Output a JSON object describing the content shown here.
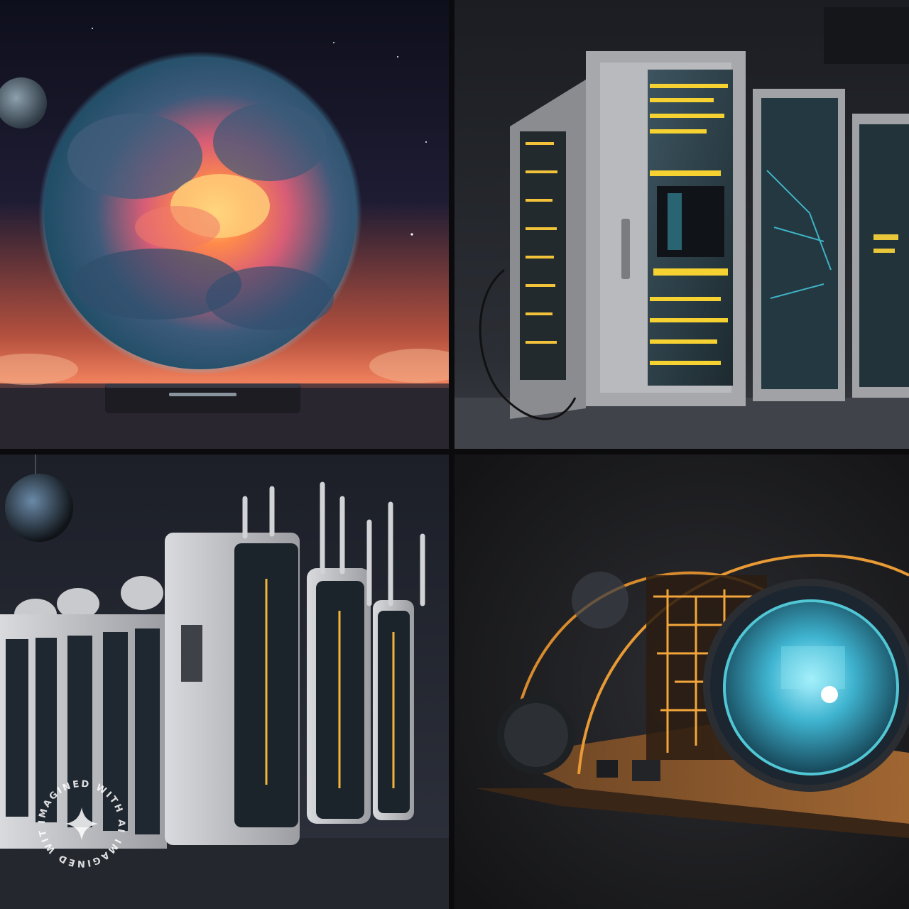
{
  "watermark": {
    "text": "IMAGINED WITH AI IMAGINED WITH AI"
  },
  "panels": [
    {
      "subject": "glowing-cloud-planet"
    },
    {
      "subject": "server-racks-yellow"
    },
    {
      "subject": "server-farm-antennas"
    },
    {
      "subject": "quantum-dome-machine"
    }
  ],
  "colors": {
    "sunset_orange": "#ff7a3c",
    "cyan_glow": "#3fd6ff",
    "rack_yellow": "#f5d132",
    "amber": "#ff9e2c"
  }
}
